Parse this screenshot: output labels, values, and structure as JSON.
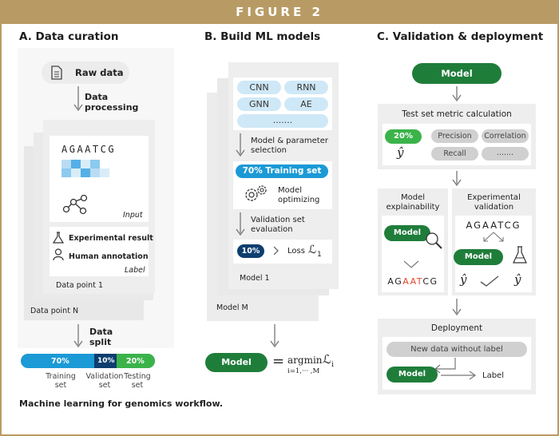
{
  "figure": {
    "label": "FIGURE 2",
    "caption": "Machine learning for genomics workflow."
  },
  "colors": {
    "gold": "#b89b64",
    "green": "#1f7d3a",
    "light_green": "#3bb34a",
    "blue": "#1b9ad6",
    "light_blue": "#cfe8f7",
    "navy": "#0d3e6e",
    "red": "#e2452b"
  },
  "section_a": {
    "title": "A. Data curation",
    "raw_data": "Raw data",
    "processing": "Data\nprocessing",
    "sequence": "AGAATCG",
    "input_label": "Input",
    "experimental_result": "Experimental result",
    "human_annotation": "Human annotation",
    "label_label": "Label",
    "data_point_1": "Data point 1",
    "data_point_n": "Data point N",
    "split": "Data\nsplit",
    "bars": [
      {
        "pct": "70%",
        "name": "Training\nset"
      },
      {
        "pct": "10%",
        "name": "Validation\nset"
      },
      {
        "pct": "20%",
        "name": "Testing\nset"
      }
    ]
  },
  "section_b": {
    "title": "B. Build ML models",
    "models": [
      "CNN",
      "RNN",
      "GNN",
      "AE",
      "......."
    ],
    "model_selection": "Model & parameter\nselection",
    "training_set": "70% Training set",
    "optimizing": "Model\noptimizing",
    "validation": "Validation set\nevaluation",
    "val_pct": "10%",
    "loss": "Loss",
    "loss_symbol": "ℒ",
    "loss_sub": "1",
    "model_1": "Model 1",
    "model_m": "Model M",
    "final_model": "Model",
    "argmin": "argmin",
    "argmin_sub": "i=1,··· ,M",
    "argmin_L": "ℒ",
    "argmin_Li": "i"
  },
  "section_c": {
    "title": "C. Validation & deployment",
    "model": "Model",
    "test_metric": "Test set metric calculation",
    "test_pct": "20%",
    "metrics": [
      "Precision",
      "Correlation",
      "Recall",
      "......."
    ],
    "y_hat": "ŷ",
    "explainability": "Model\nexplainability",
    "experimental": "Experimental\nvalidation",
    "seq": "AGAATCG",
    "seq_hl_prefix": "AG",
    "seq_hl": "AAT",
    "seq_hl_suffix": "CG",
    "deployment": "Deployment",
    "new_data": "New data without label",
    "label": "Label"
  }
}
